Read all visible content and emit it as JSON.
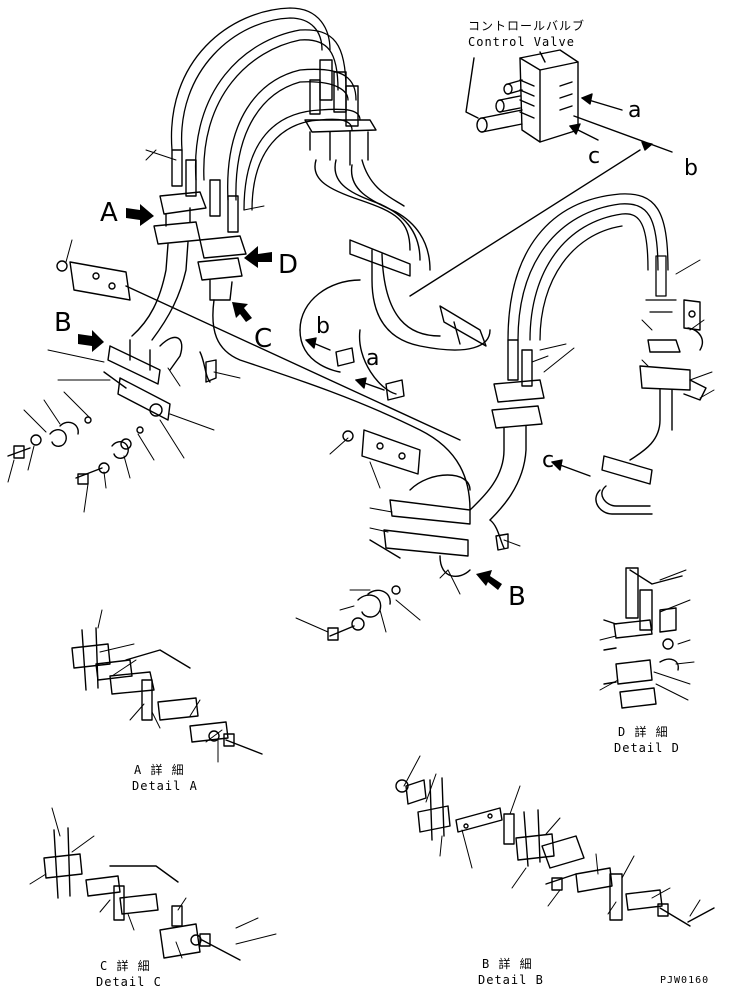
{
  "labels": {
    "control_valve_jp": "コントロールバルブ",
    "control_valve": "Control Valve",
    "a": "a",
    "b": "b",
    "c": "c",
    "A": "A",
    "B": "B",
    "C": "C",
    "D": "D"
  },
  "captions": {
    "detail_a_jp": "A 詳 細",
    "detail_a": "Detail A",
    "detail_b_jp": "B 詳 細",
    "detail_b": "Detail B",
    "detail_c_jp": "C 詳 細",
    "detail_c": "Detail C",
    "detail_d_jp": "D 詳 細",
    "detail_d": "Detail D"
  },
  "drawing_number": "PJW0160"
}
